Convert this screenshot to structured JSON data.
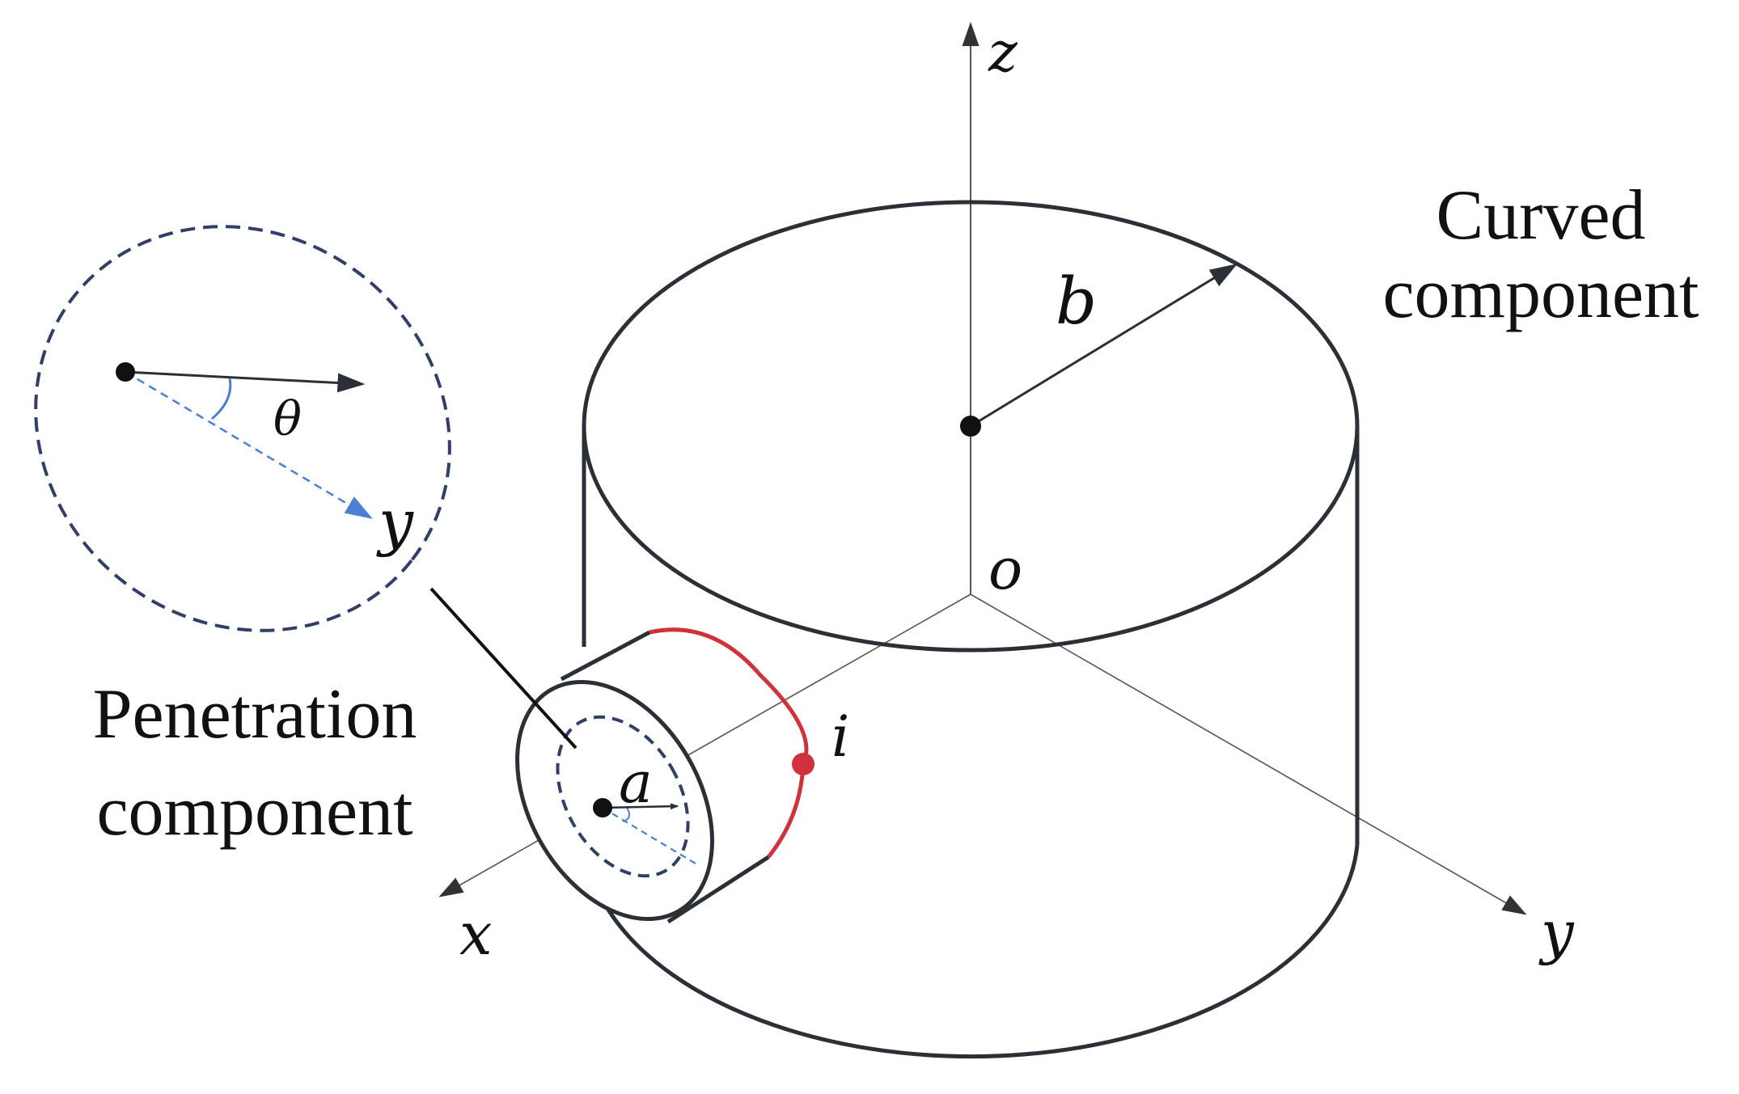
{
  "labels": {
    "z_axis": "z",
    "x_axis": "x",
    "y_axis": "y",
    "origin": "o",
    "radius_b": "b",
    "radius_a": "a",
    "point_i": "i",
    "angle": "θ",
    "inset_y": "y",
    "curved_line1": "Curved",
    "curved_line2": "component",
    "penetration_line1": "Penetration",
    "penetration_line2": "component"
  },
  "colors": {
    "outline": "#2b2f36",
    "axis": "#555555",
    "dashed_blue": "#2f3f66",
    "light_blue": "#4a7fd4",
    "highlight_red": "#d0313a"
  }
}
